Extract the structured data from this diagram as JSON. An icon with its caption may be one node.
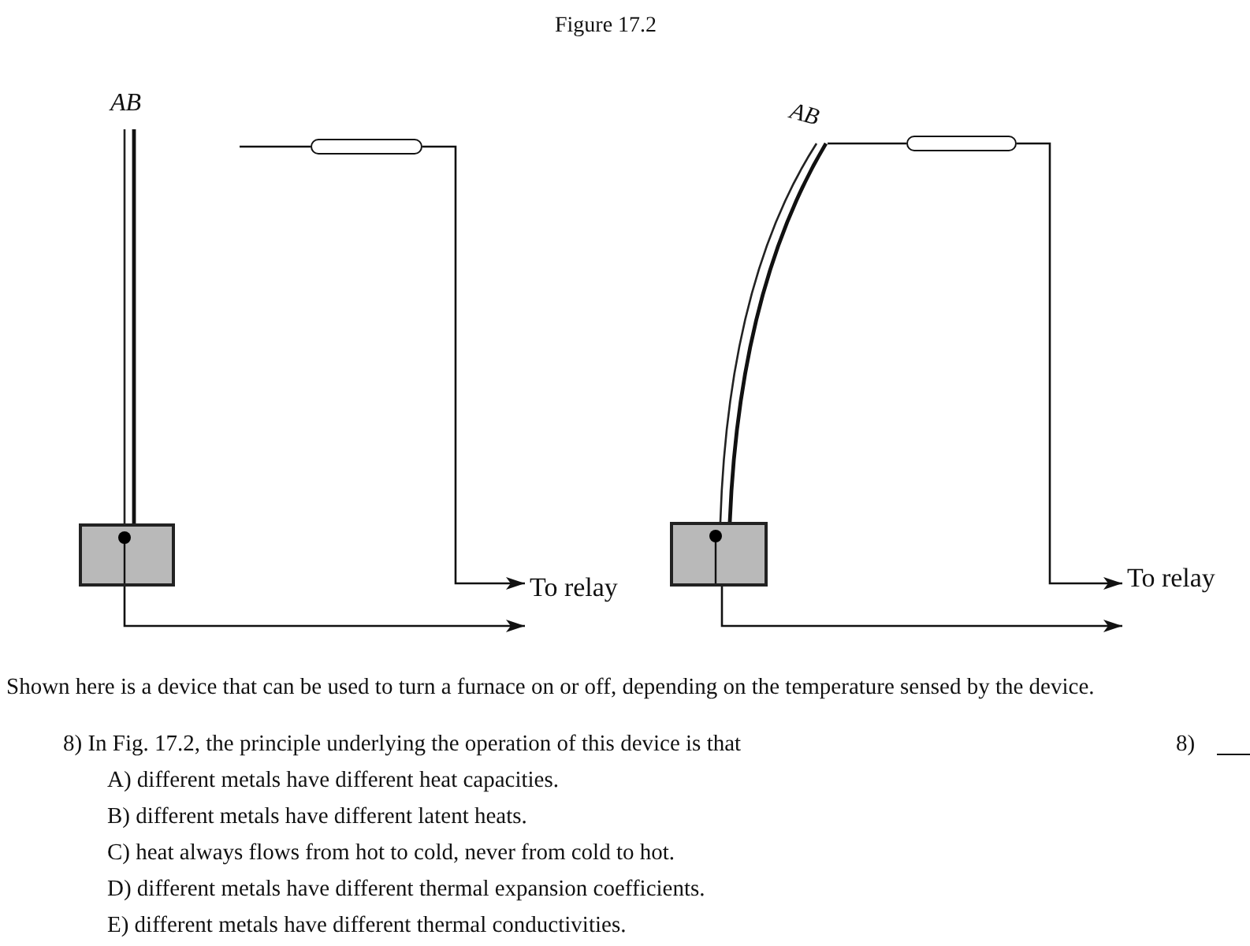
{
  "diagram": {
    "title": "Figure 17.2",
    "nodes": [
      {
        "text": [
          "AB"
        ]
      },
      {
        "text": [],
        "shape": "box"
      },
      {
        "text": [],
        "shape": "bar"
      },
      {
        "text": [
          "To relay"
        ]
      },
      {
        "text": [
          "AB"
        ]
      },
      {
        "text": [],
        "shape": "box"
      },
      {
        "text": [],
        "shape": "bar"
      },
      {
        "text": [
          "To relay"
        ]
      }
    ],
    "edges": [
      {
        "from": 1,
        "to": 3,
        "arrow": "to"
      },
      {
        "from": 2,
        "to": 3,
        "arrow": "to"
      },
      {
        "from": 4,
        "to": 6,
        "arrow": "none"
      },
      {
        "from": 5,
        "to": 7,
        "arrow": "to"
      },
      {
        "from": 6,
        "to": 7,
        "arrow": "to"
      }
    ],
    "labels": [
      "Shown here is a device that can be used to turn a furnace on or off, depending on the temperature sensed by the device.",
      "8) In Fig. 17.2, the principle underlying the operation of this device is that",
      "A) different metals have different heat capacities.",
      "B) different metals have different latent heats.",
      "C) heat always flows from hot to cold, never from cold to hot.",
      "D) different metals have different thermal expansion coefficients.",
      "E) different metals have different thermal conductivities.",
      "8)"
    ]
  }
}
